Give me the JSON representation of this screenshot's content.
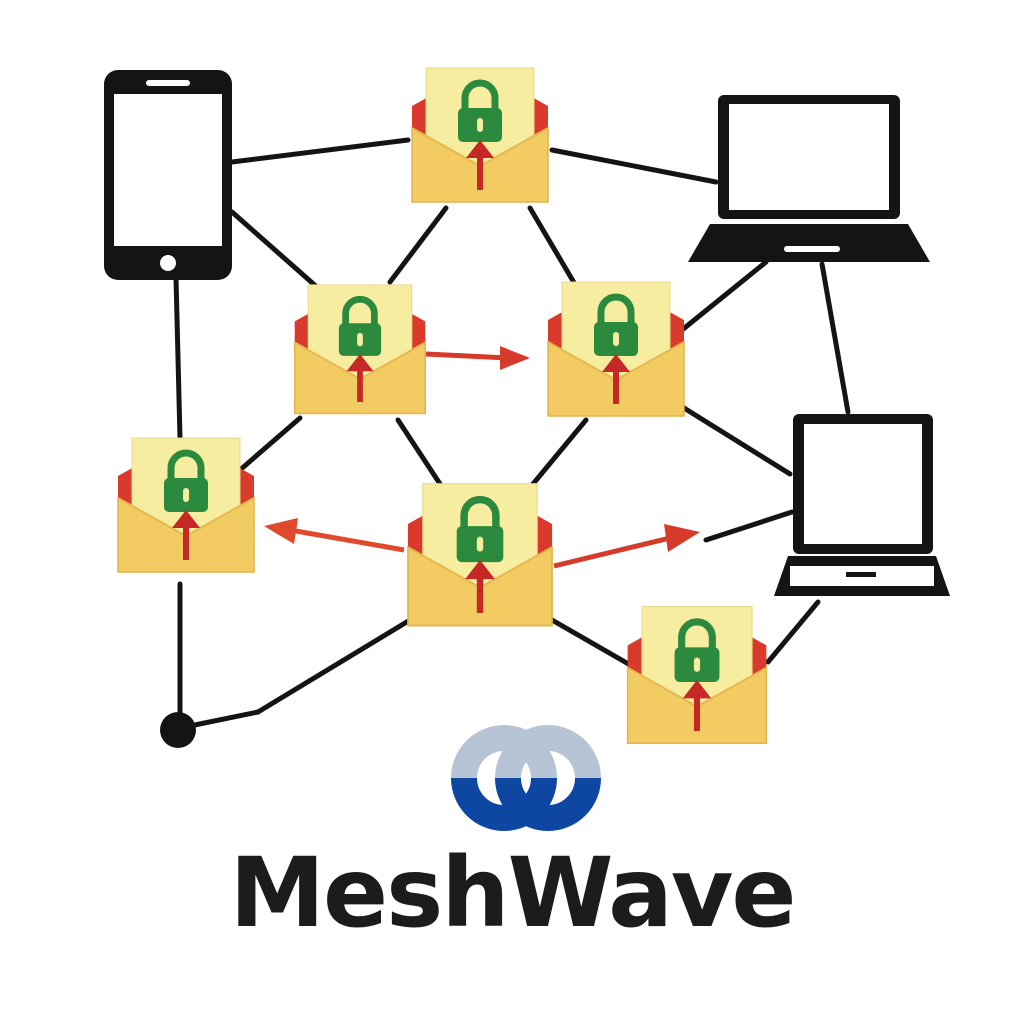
{
  "brand": {
    "name": "MeshWave"
  },
  "colors": {
    "line": "#141414",
    "envelope_body": "#f2cb63",
    "envelope_inner": "#d93a2b",
    "letter_paper": "#f7eda0",
    "lock": "#2b8a3e",
    "arrow": "#d63a2b",
    "logo_dark_blue": "#0d47a1",
    "logo_light_blue": "#b7c4d6"
  },
  "diagram": {
    "devices": [
      {
        "type": "smartphone",
        "icon": "smartphone-icon"
      },
      {
        "type": "laptop",
        "icon": "laptop-icon"
      },
      {
        "type": "laptop",
        "icon": "laptop-icon"
      }
    ],
    "nodes": [
      {
        "icon": "locked-envelope-icon"
      },
      {
        "icon": "locked-envelope-icon"
      },
      {
        "icon": "locked-envelope-icon"
      },
      {
        "icon": "locked-envelope-icon"
      },
      {
        "icon": "locked-envelope-icon"
      },
      {
        "icon": "locked-envelope-icon"
      }
    ],
    "relay_dot": {
      "icon": "node-dot-icon"
    },
    "logo": {
      "icon": "interlocking-rings-logo"
    }
  }
}
